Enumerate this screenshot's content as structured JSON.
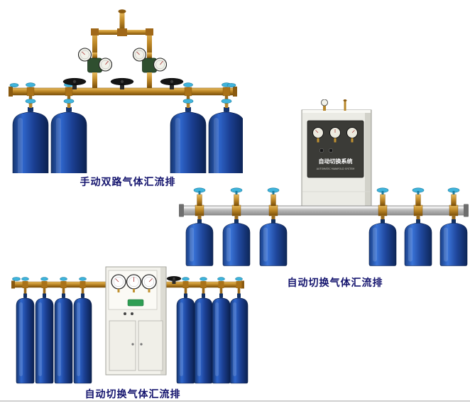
{
  "page": {
    "background": "#ffffff"
  },
  "products": [
    {
      "name": "manual-dual-manifold",
      "caption": "手动双路气体汇流排",
      "cylinder_count": 4
    },
    {
      "name": "auto-switch-manifold-wall",
      "caption": "自动切换气体汇流排",
      "cylinder_count": 6,
      "cabinet": {
        "panel_title": "自动切换系统",
        "panel_subtitle": "AUTOMATIC MANIFOLD SYSTEM"
      }
    },
    {
      "name": "auto-switch-manifold-floor",
      "caption": "自动切换气体汇流排",
      "cylinder_count": 8
    }
  ],
  "colors": {
    "caption_text": "#14146e",
    "brass": "#c08a28",
    "brass_dark": "#8a5a10",
    "cylinder_blue": "#1e4a9e",
    "cylinder_dark": "#0b2150",
    "handwheel_cyan": "#3fb4dc",
    "rail_silver": "#c0c0c0",
    "cabinet_body": "#ebebe5",
    "cabinet_panel": "#3b3b37",
    "valve_black": "#141414",
    "label_green": "#2f9e54"
  }
}
